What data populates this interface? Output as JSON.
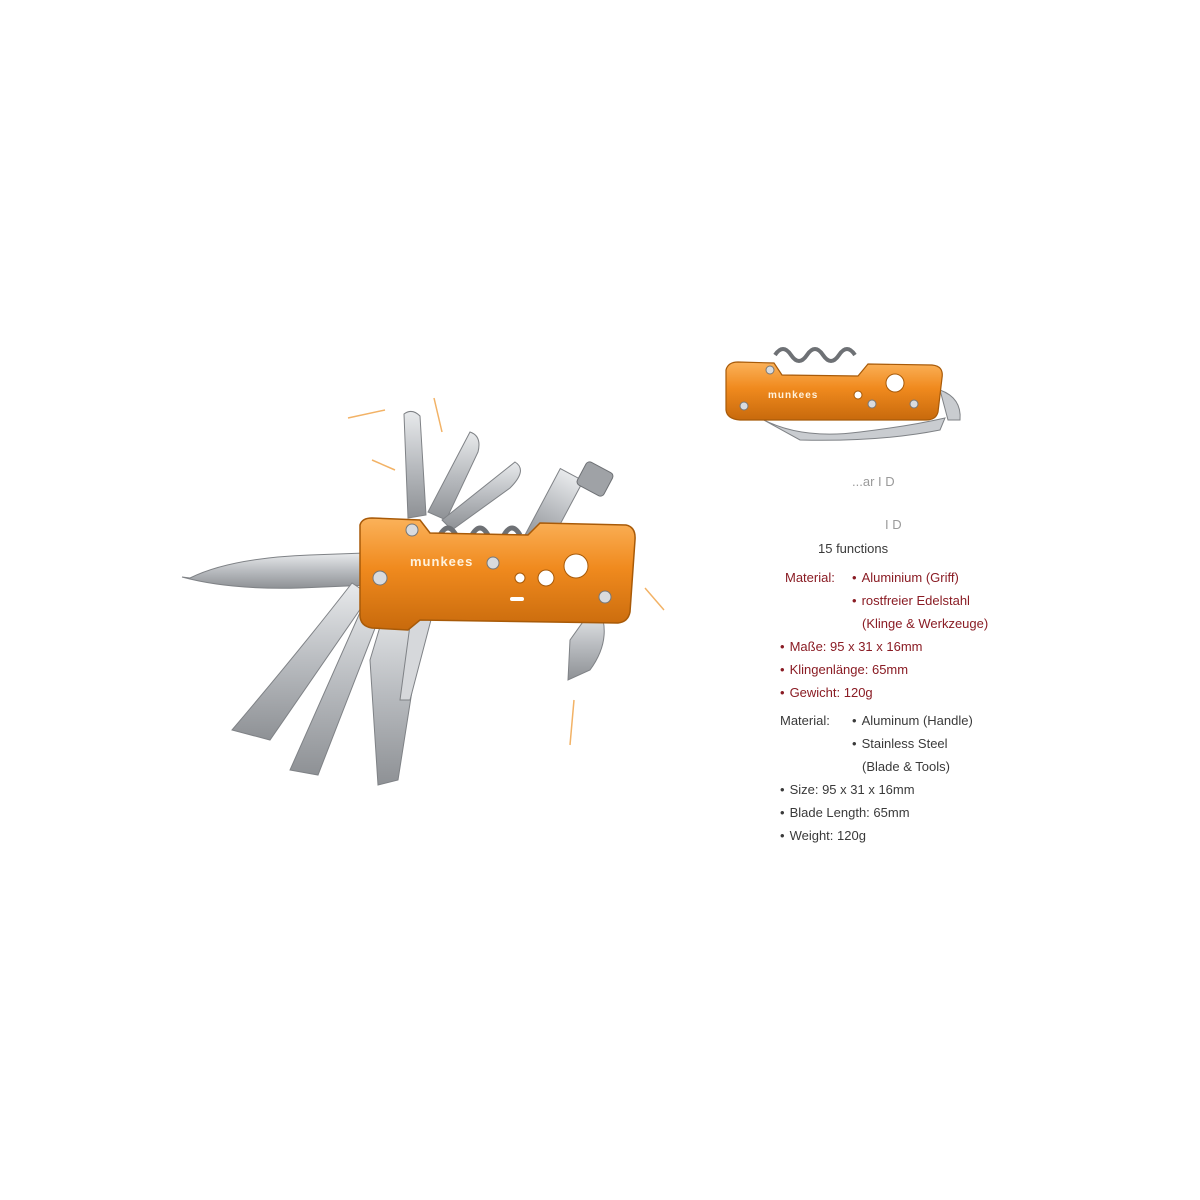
{
  "brand_name": "munkees",
  "colors": {
    "handle_orange": "#f08a1e",
    "german_text": "#8a1c24",
    "english_text": "#3a3a3a",
    "steel": "#c9ccd0"
  },
  "header": {
    "partial_line_1": "...ar I D",
    "partial_line_2": "I D",
    "functions": "15 functions"
  },
  "spec_de": {
    "material_label": "Material:",
    "material_1": "Aluminium (Griff)",
    "material_2": "rostfreier Edelstahl",
    "material_2_note": "(Klinge & Werkzeuge)",
    "size": "Maße: 95 x 31 x 16mm",
    "blade_length": "Klingenlänge: 65mm",
    "weight": "Gewicht: 120g"
  },
  "spec_en": {
    "material_label": "Material:",
    "material_1": "Aluminum (Handle)",
    "material_2": "Stainless Steel",
    "material_2_note": "(Blade & Tools)",
    "size": "Size: 95 x 31 x 16mm",
    "blade_length": "Blade Length: 65mm",
    "weight": "Weight: 120g"
  },
  "bullet": "•"
}
